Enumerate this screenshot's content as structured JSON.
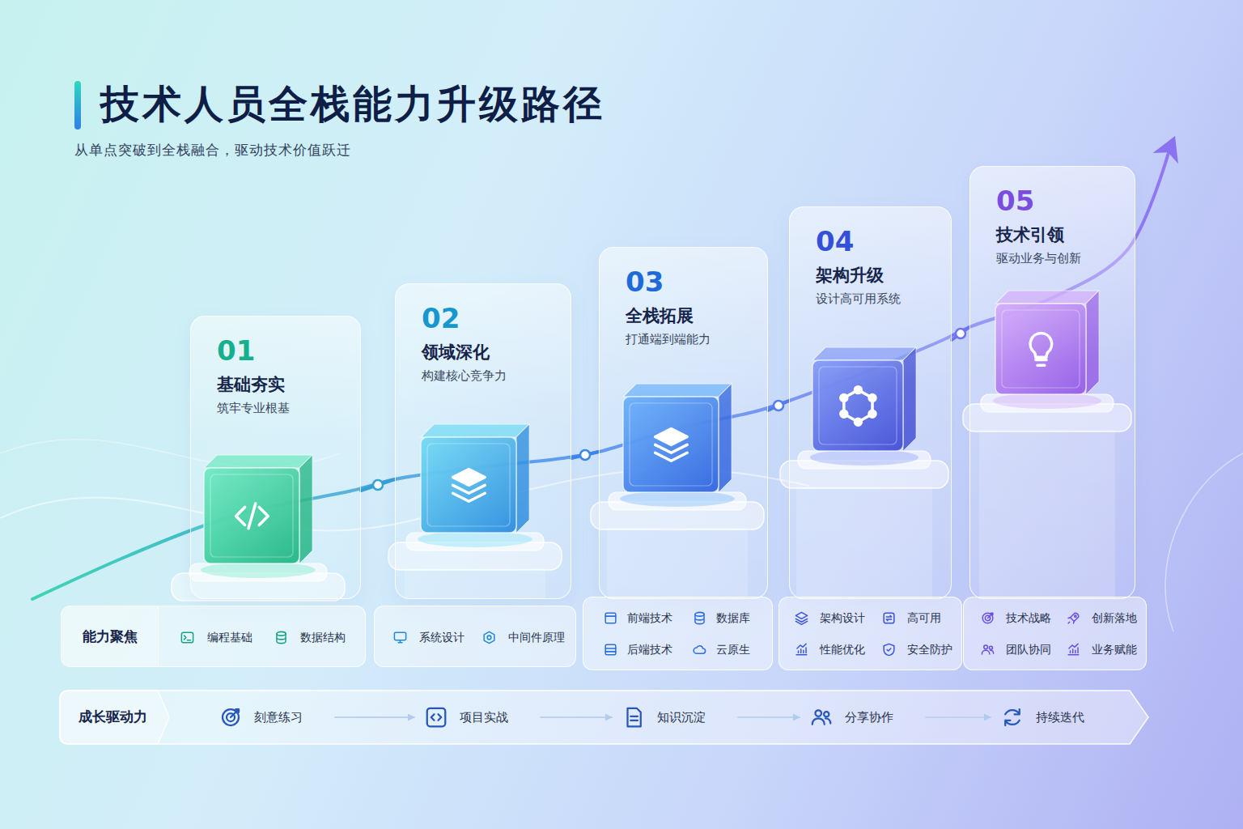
{
  "diagram": {
    "title": "技术人员全栈能力升级路径",
    "caption": "从单点突破到全栈融合，驱动技术价值跃迁",
    "nodes": [
      {
        "text": [
          "01",
          "基础夯实",
          "筑牢专业根基"
        ]
      },
      {
        "text": [
          "02",
          "领域深化",
          "构建核心竞争力"
        ]
      },
      {
        "text": [
          "03",
          "全栈拓展",
          "打通端到端能力"
        ]
      },
      {
        "text": [
          "04",
          "架构升级",
          "设计高可用系统"
        ]
      },
      {
        "text": [
          "05",
          "技术引领",
          "驱动业务与创新"
        ]
      },
      {
        "text": [
          "能力聚焦",
          "编程基础",
          "数据结构"
        ]
      },
      {
        "text": [
          "系统设计",
          "中间件原理"
        ]
      },
      {
        "text": [
          "前端技术",
          "数据库",
          "后端技术",
          "云原生"
        ]
      },
      {
        "text": [
          "架构设计",
          "高可用",
          "性能优化",
          "安全防护"
        ]
      },
      {
        "text": [
          "技术战略",
          "创新落地",
          "团队协同",
          "业务赋能"
        ]
      },
      {
        "text": [
          "成长驱动力"
        ]
      },
      {
        "text": [
          "刻意练习"
        ],
        "in": 10
      },
      {
        "text": [
          "项目实战"
        ],
        "in": 10
      },
      {
        "text": [
          "知识沉淀"
        ],
        "in": 10
      },
      {
        "text": [
          "分享协作"
        ],
        "in": 10
      },
      {
        "text": [
          "持续迭代"
        ],
        "in": 10
      }
    ],
    "edges": [
      {
        "from": 0,
        "to": 1,
        "arrow": "none"
      },
      {
        "from": 1,
        "to": 2,
        "arrow": "none"
      },
      {
        "from": 2,
        "to": 3,
        "arrow": "none"
      },
      {
        "from": 3,
        "to": 4,
        "arrow": "none"
      },
      {
        "from": 11,
        "to": 12,
        "arrow": "to"
      },
      {
        "from": 12,
        "to": 13,
        "arrow": "to"
      },
      {
        "from": 13,
        "to": 14,
        "arrow": "to"
      },
      {
        "from": 14,
        "to": 15,
        "arrow": "to"
      }
    ]
  }
}
